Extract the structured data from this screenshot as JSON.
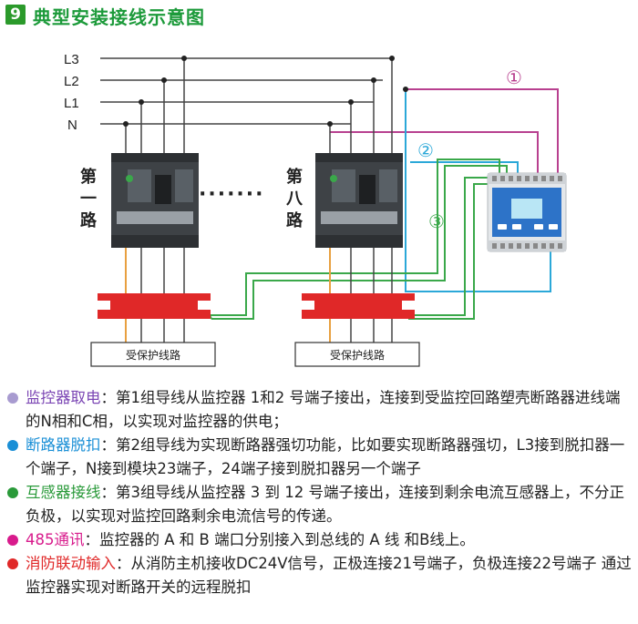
{
  "header": {
    "number": "9",
    "title": "典型安装接线示意图"
  },
  "lines": {
    "l3": "L3",
    "l2": "L2",
    "l1": "L1",
    "n": "N"
  },
  "breakers": {
    "first": {
      "label_top": "第",
      "label_bottom": "一路"
    },
    "eighth": {
      "label_top": "第",
      "label_bottom": "八路"
    },
    "ellipsis": "·······"
  },
  "loads": {
    "left": "受保护线路",
    "right": "受保护线路"
  },
  "markers": {
    "m1": "①",
    "m2": "②",
    "m3": "③"
  },
  "colors": {
    "magenta": "#b8408f",
    "cyan": "#2ba8d8",
    "green": "#3aa84a",
    "red": "#e02828",
    "breaker": "#3e4246",
    "title": "#1c9a3a"
  },
  "legend": [
    {
      "title": "监控器取电",
      "title_color": "#7b46b4",
      "dot": "#a89bd0",
      "text": "：第1组导线从监控器 1和2 号端子接出，连接到受监控回路塑壳断路器进线端的N相和C相，以实现对监控器的供电；"
    },
    {
      "title": "断路器脱扣",
      "title_color": "#1a8fd6",
      "dot": "#1a8fd6",
      "text": "：第2组导线为实现断路器强切功能，比如要实现断路器强切，L3接到脱扣器一个端子，N接到模块23端子，24端子接到脱扣器另一个端子"
    },
    {
      "title": "互感器接线",
      "title_color": "#2a9a3a",
      "dot": "#2a9a3a",
      "text": "：第3组导线从监控器 3 到 12 号端子接出，连接到剩余电流互感器上，不分正负极，以实现对监控回路剩余电流信号的传递。"
    },
    {
      "title": "485通讯",
      "title_color": "#d81b8c",
      "dot": "#d81b8c",
      "text": "：监控器的 A 和 B 端口分别接入到总线的 A 线 和B线上。"
    },
    {
      "title": "消防联动输入",
      "title_color": "#e02828",
      "dot": "#e02828",
      "text": "：从消防主机接收DC24V信号，正极连接21号端子，负极连接22号端子 通过监控器实现对断路开关的远程脱扣"
    }
  ]
}
